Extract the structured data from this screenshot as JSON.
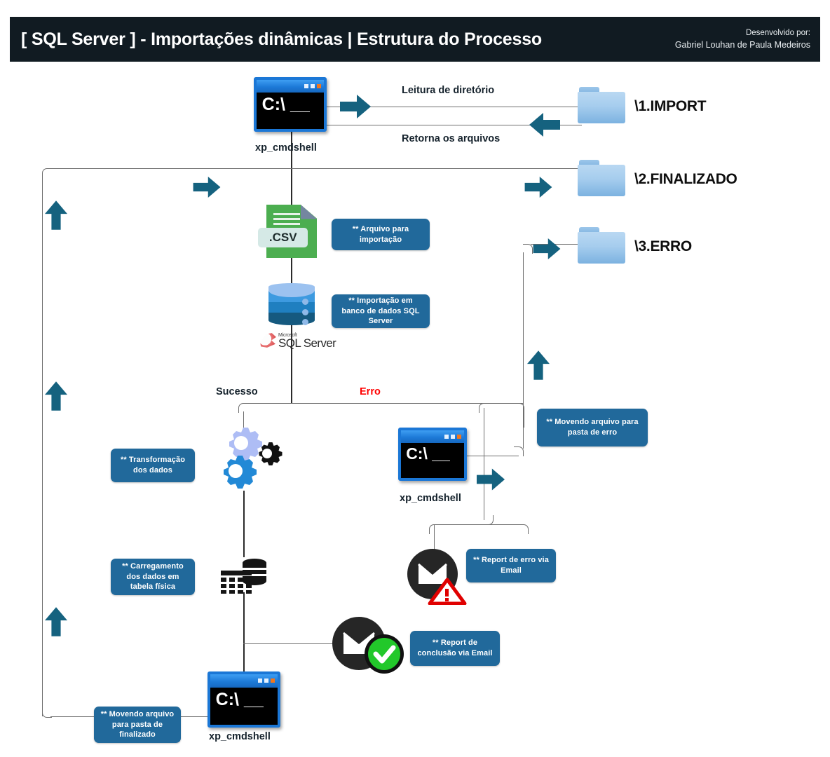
{
  "header": {
    "title": "[ SQL Server ] - Importações dinâmicas | Estrutura do Processo",
    "credit_line1": "Desenvolvido por:",
    "credit_line2": "Gabriel Louhan de Paula Medeiros",
    "background": "#111b22",
    "text_color": "#ffffff"
  },
  "colors": {
    "note_box": "#21699b",
    "arrow": "#15627f",
    "folder": "#a6cdee",
    "csv_green": "#4cae50",
    "error_red": "#ff0000",
    "cmd_blue": "#1b77d6",
    "success_green": "#22c82a",
    "line": "#6e6e6e"
  },
  "flow": {
    "cmdshell_top": {
      "label": "xp_cmdshell",
      "screen_text": "C:\\ __"
    },
    "cmdshell_error": {
      "label": "xp_cmdshell",
      "screen_text": "C:\\ __"
    },
    "cmdshell_final": {
      "label": "xp_cmdshell",
      "screen_text": "C:\\ __"
    },
    "edge_labels": {
      "read_dir": "Leitura de diretório",
      "return_files": "Retorna os arquivos",
      "success": "Sucesso",
      "error": "Erro"
    },
    "folders": [
      {
        "name": "\\1.IMPORT"
      },
      {
        "name": "\\2.FINALIZADO"
      },
      {
        "name": "\\3.ERRO"
      }
    ],
    "file": {
      "extension": ".CSV"
    },
    "database": {
      "product": "SQL Server",
      "vendor": "Microsoft"
    }
  },
  "notes": [
    {
      "id": "note-import-file",
      "text": "** Arquivo para importação"
    },
    {
      "id": "note-db-import",
      "text": "** Importação em banco de dados SQL Server"
    },
    {
      "id": "note-transform",
      "text": "** Transformação dos dados"
    },
    {
      "id": "note-load",
      "text": "** Carregamento dos dados em tabela física"
    },
    {
      "id": "note-move-error",
      "text": "** Movendo arquivo para pasta de erro"
    },
    {
      "id": "note-report-error",
      "text": "** Report de erro via Email"
    },
    {
      "id": "note-report-done",
      "text": "** Report de conclusão via Email"
    },
    {
      "id": "note-move-done",
      "text": "** Movendo arquivo para pasta de finalizado"
    }
  ]
}
